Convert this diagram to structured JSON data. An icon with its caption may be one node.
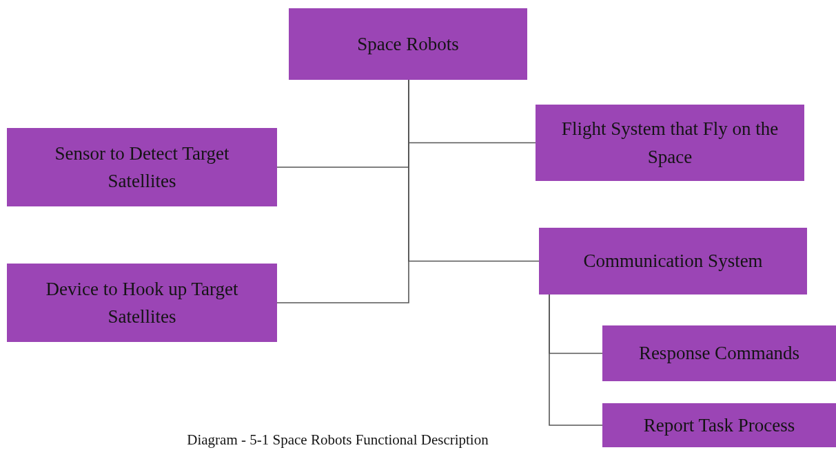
{
  "diagram": {
    "caption": "Diagram - 5-1  Space Robots Functional Description",
    "nodes": [
      {
        "text": [
          "Space Robots"
        ]
      },
      {
        "text": [
          "Sensor to Detect Target Satellites"
        ]
      },
      {
        "text": [
          "Flight System that Fly on the Space"
        ]
      },
      {
        "text": [
          "Communication System"
        ]
      },
      {
        "text": [
          "Device to Hook up Target Satellites"
        ]
      },
      {
        "text": [
          "Response Commands"
        ]
      },
      {
        "text": [
          "Report Task Process"
        ]
      }
    ],
    "edges": [
      {
        "from": 0,
        "to": 1,
        "arrow": "none"
      },
      {
        "from": 0,
        "to": 2,
        "arrow": "none"
      },
      {
        "from": 0,
        "to": 3,
        "arrow": "none"
      },
      {
        "from": 0,
        "to": 4,
        "arrow": "none"
      },
      {
        "from": 3,
        "to": 5,
        "arrow": "none"
      },
      {
        "from": 3,
        "to": 6,
        "arrow": "none"
      }
    ]
  }
}
